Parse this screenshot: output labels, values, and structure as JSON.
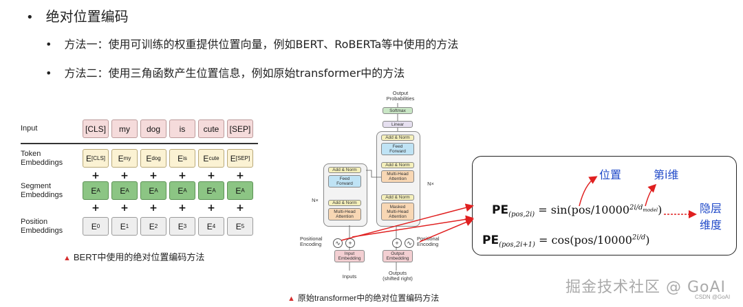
{
  "bullets": {
    "main": "绝对位置编码",
    "sub1": "方法一：使用可训练的权重提供位置向量，例如BERT、RoBERTa等中使用的方法",
    "sub2": "方法二：使用三角函数产生位置信息，例如原始transformer中的方法"
  },
  "bert_figure": {
    "row_labels": {
      "input": "Input",
      "token": "Token\nEmbeddings",
      "segment": "Segment\nEmbeddings",
      "position": "Position\nEmbeddings"
    },
    "inputs": [
      "[CLS]",
      "my",
      "dog",
      "is",
      "cute",
      "[SEP]"
    ],
    "token_subs": [
      "[CLS]",
      "my",
      "dog",
      "is",
      "cute",
      "[SEP]"
    ],
    "token_base": "E",
    "segment_sub": "A",
    "position_subs": [
      "0",
      "1",
      "2",
      "3",
      "4",
      "5"
    ],
    "plus": "+",
    "caption": "BERT中使用的绝对位置编码方法"
  },
  "transformer_figure": {
    "output_prob": "Output\nProbabilities",
    "softmax": "Softmax",
    "linear": "Linear",
    "add_norm": "Add & Norm",
    "feed_forward": "Feed\nForward",
    "multi_head": "Multi-Head\nAttention",
    "masked_multi_head": "Masked\nMulti-Head\nAttention",
    "nx": "N×",
    "positional_encoding": "Positional\nEncoding",
    "input_embedding": "Input\nEmbedding",
    "output_embedding": "Output\nEmbedding",
    "inputs": "Inputs",
    "outputs": "Outputs\n(shifted right)",
    "caption": "原始transformer中的绝对位置编码方法"
  },
  "formula_box": {
    "weizhi": "位置",
    "di_i_wei": "第i维",
    "yinceng": "隐层",
    "weidu": "维度",
    "pe": "PE",
    "sub1": "(pos,2i)",
    "sub2": "(pos,2i+1)",
    "eq1": " = sin(pos/10000",
    "eq2": " = cos(pos/10000",
    "exp1": "2i/d",
    "exp1_sub": "model",
    "exp2": "2i/d",
    "close": ")"
  },
  "watermark": "掘金技术社区 @ GoAI",
  "csdn": "CSDN @GoAI",
  "colors": {
    "arrow_red": "#e02020",
    "label_blue": "#1f49c8",
    "segment_green": "#8cc584"
  }
}
